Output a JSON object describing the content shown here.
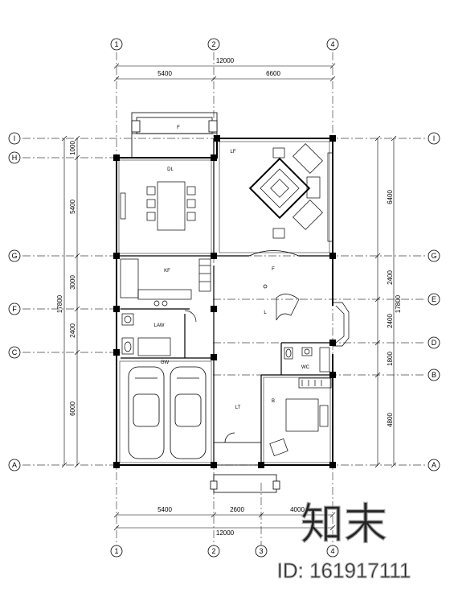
{
  "drawing": {
    "top_dims": {
      "overall": "12000",
      "left": "5400",
      "right": "6600"
    },
    "bottom_dims": {
      "overall": "12000",
      "left": "5400",
      "middle": "2600",
      "right": "4000"
    },
    "left_dims": {
      "overall": "17800",
      "d1": "1000",
      "d2": "5400",
      "d3": "3000",
      "d4": "2400",
      "d5": "6000"
    },
    "right_dims": {
      "overall": "17800",
      "d1": "6400",
      "d2": "2400",
      "d3": "2400",
      "d4": "1800",
      "d5": "4800"
    },
    "col_axes": {
      "top": [
        "1",
        "2",
        "4"
      ],
      "bottom": [
        "1",
        "2",
        "3",
        "4"
      ]
    },
    "row_axes": {
      "left": [
        "I",
        "H",
        "G",
        "F",
        "C",
        "A"
      ],
      "right": [
        "I",
        "G",
        "E",
        "D",
        "B",
        "A"
      ]
    }
  },
  "watermark": {
    "brand": "知末",
    "id": "ID: 161917111"
  }
}
